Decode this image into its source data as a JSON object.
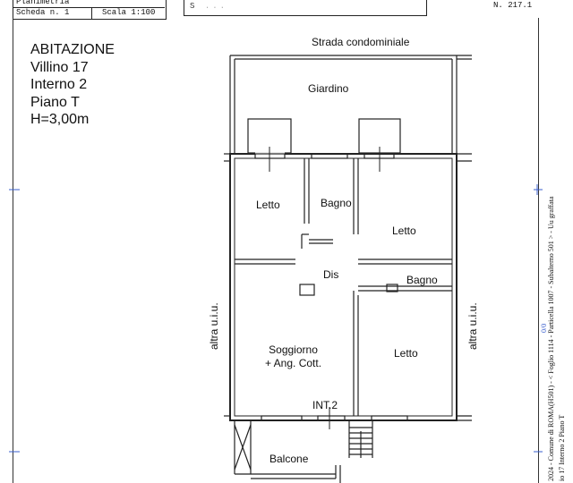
{
  "header": {
    "title": "Planimetria",
    "sheet": "Scheda n. 1",
    "scale": "Scala 1:100",
    "center_left": "S",
    "center_blur": "...",
    "right_num": "N. 217.1"
  },
  "info": {
    "line1": "ABITAZIONE",
    "line2": "Villino 17",
    "line3": "Interno 2",
    "line4": "Piano T",
    "line5": "H=3,00m"
  },
  "labels": {
    "strada": "Strada condominiale",
    "giardino": "Giardino",
    "letto1": "Letto",
    "bagno1": "Bagno",
    "letto2": "Letto",
    "dis": "Dis",
    "bagno2": "Bagno",
    "soggiorno1": "Soggiorno",
    "soggiorno2": "+ Ang. Cott.",
    "letto3": "Letto",
    "int": "INT.2",
    "balcone": "Balcone",
    "altra_left": "altra u.i.u.",
    "altra_right": "altra u.i.u."
  },
  "side": {
    "line1": "2024 - Comune di ROMA(H501) - < Foglio 1114 - Particella 1007 - Subalterno 501 > - Uu graffata",
    "line2": "io 17 Interno 2 Piano T",
    "stamp": "0/0"
  }
}
